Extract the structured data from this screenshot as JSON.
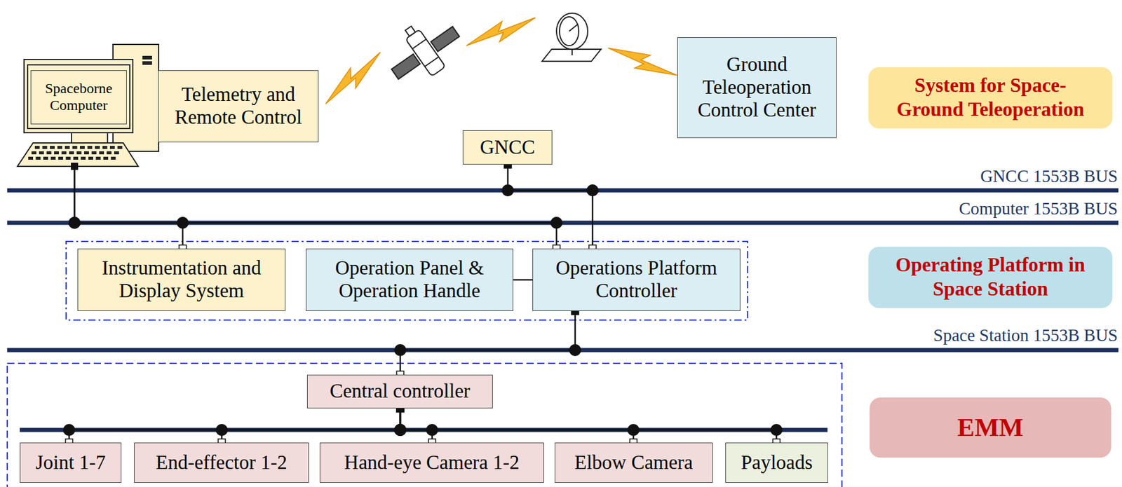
{
  "diagram": {
    "nodes": [
      {
        "text": [
          "Spaceborne Computer"
        ]
      },
      {
        "text": [
          "Telemetry and Remote Control"
        ]
      },
      {
        "text": [
          "Ground Teleoperation Control Center"
        ]
      },
      {
        "text": [
          "System for Space-Ground Teleoperation"
        ]
      },
      {
        "text": [
          "GNCC"
        ]
      },
      {
        "text": [
          "Instrumentation and Display System"
        ]
      },
      {
        "text": [
          "Operation Panel & Operation Handle"
        ]
      },
      {
        "text": [
          "Operations Platform Controller"
        ]
      },
      {
        "text": [
          "Operating Platform in Space Station"
        ]
      },
      {
        "text": [
          "Central controller"
        ]
      },
      {
        "text": [
          "Joint 1-7"
        ]
      },
      {
        "text": [
          "End-effector 1-2"
        ]
      },
      {
        "text": [
          "Hand-eye Camera 1-2"
        ]
      },
      {
        "text": [
          "Elbow Camera"
        ]
      },
      {
        "text": [
          "Payloads"
        ]
      },
      {
        "text": [
          "EMM"
        ]
      }
    ],
    "edges": [
      {
        "from": 4,
        "to": 7,
        "arrow": "none"
      },
      {
        "from": 0,
        "to": 5,
        "arrow": "none"
      },
      {
        "from": 0,
        "to": 7,
        "arrow": "none"
      },
      {
        "from": 7,
        "to": 9,
        "arrow": "none"
      },
      {
        "from": 9,
        "to": 10,
        "arrow": "none"
      },
      {
        "from": 9,
        "to": 11,
        "arrow": "none"
      },
      {
        "from": 9,
        "to": 12,
        "arrow": "none"
      },
      {
        "from": 9,
        "to": 13,
        "arrow": "none"
      },
      {
        "from": 9,
        "to": 14,
        "arrow": "none"
      },
      {
        "from": 6,
        "to": 7,
        "arrow": "none"
      }
    ],
    "labels": [
      "GNCC 1553B BUS",
      "Computer 1553B BUS",
      "Space Station 1553B BUS"
    ]
  }
}
